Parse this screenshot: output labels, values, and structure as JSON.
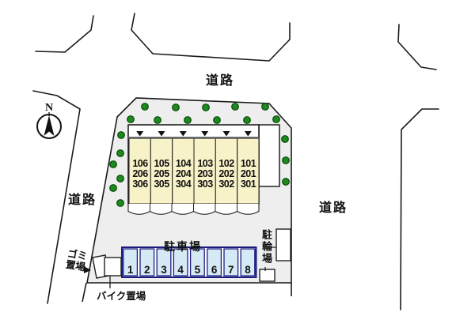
{
  "labels": {
    "road": "道路",
    "north": "N",
    "parking_lot": "駐車場",
    "bicycle_parking": "駐輪場",
    "garbage_area": "ゴミ置場",
    "motorcycle_area": "バイク置場"
  },
  "building": {
    "units": [
      [
        "106",
        "206",
        "306"
      ],
      [
        "105",
        "205",
        "305"
      ],
      [
        "104",
        "204",
        "304"
      ],
      [
        "103",
        "203",
        "303"
      ],
      [
        "102",
        "202",
        "302"
      ],
      [
        "101",
        "201",
        "301"
      ]
    ]
  },
  "parking": {
    "spaces": [
      "1",
      "2",
      "3",
      "4",
      "5",
      "6",
      "7",
      "8"
    ]
  },
  "icons": {
    "compass": "north-arrow-in-circle",
    "tree": "green-dot",
    "entrance_marker": "black-triangle-down"
  },
  "colors": {
    "site_fill": "#eeeeee",
    "unit_fill": "#f8f2c8",
    "parking_fill": "#d6eaf6",
    "parking_border": "#1c1c80",
    "tree_fill": "#1e8a1e",
    "line": "#1a1a1a"
  }
}
